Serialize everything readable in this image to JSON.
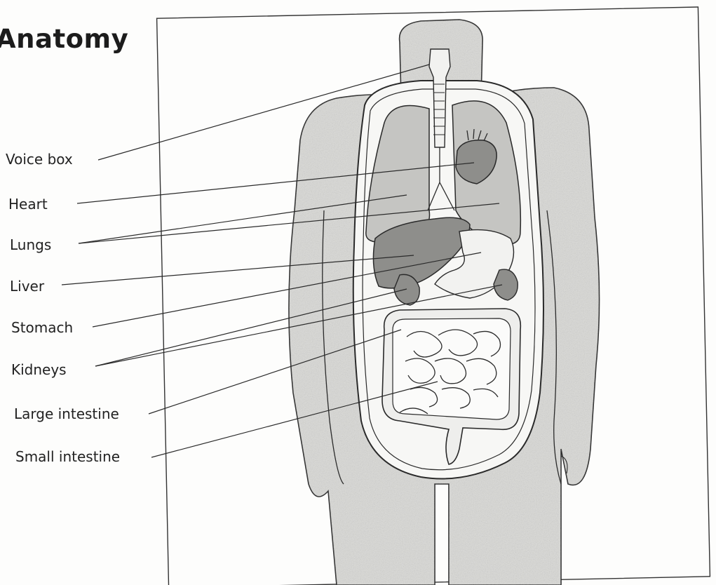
{
  "title": "Anatomy",
  "labels": {
    "voice_box": "Voice box",
    "heart": "Heart",
    "lungs": "Lungs",
    "liver": "Liver",
    "stomach": "Stomach",
    "kidneys": "Kidneys",
    "large_intestine": "Large intestine",
    "small_intestine": "Small intestine"
  },
  "colors": {
    "line": "#2a2a2a",
    "body_fill": "#d9d9d6",
    "organ_fill": "#bdbdba",
    "dark_organ_fill": "#8e8e8b",
    "cavity_fill": "#f7f7f5"
  }
}
